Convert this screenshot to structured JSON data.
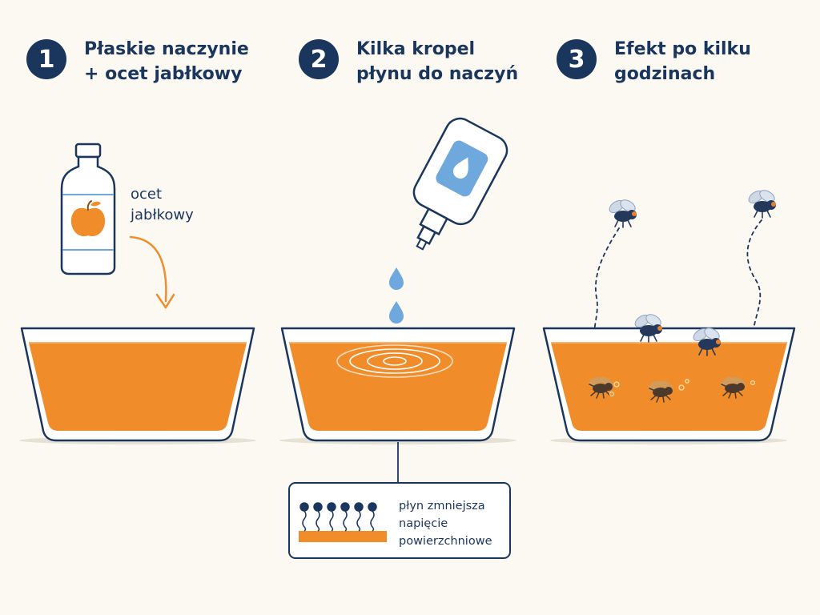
{
  "steps": [
    {
      "number": "1",
      "title_line1": "Płaskie naczynie",
      "title_line2": "+ ocet jabłkowy"
    },
    {
      "number": "2",
      "title_line1": "Kilka kropel",
      "title_line2": "płynu do naczyń"
    },
    {
      "number": "3",
      "title_line1": "Efekt po kilku",
      "title_line2": "godzinach"
    }
  ],
  "bottle_label": {
    "line1": "ocet",
    "line2": "jabłkowy"
  },
  "callout": {
    "line1": "płyn zmniejsza",
    "line2": "napięcie",
    "line3": "powierzchniowe"
  },
  "icons": [
    "apple-icon",
    "water-drop-icon",
    "fly-icon"
  ],
  "colors": {
    "navy": "#1b365d",
    "vinegar": "#f08c2a",
    "drop_blue": "#6fa8dc",
    "background": "#fbf9f2"
  }
}
